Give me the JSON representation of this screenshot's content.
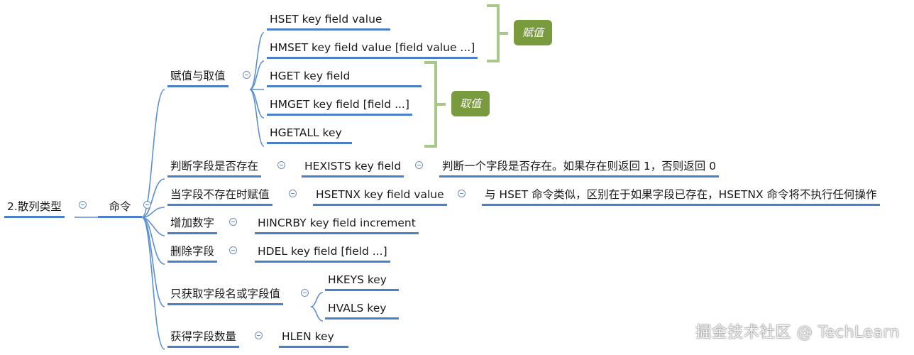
{
  "root": "2.散列类型",
  "command_node": "命令",
  "assign_get": {
    "label": "赋值与取值",
    "commands": [
      "HSET key field value",
      "HMSET key field value [field value ...]",
      "HGET key field",
      "HMGET key field [field ...]",
      "HGETALL key"
    ],
    "assign_tag": "赋值",
    "get_tag": "取值"
  },
  "exists": {
    "label": "判断字段是否存在",
    "command": "HEXISTS key field",
    "note": "判断一个字段是否存在。如果存在则返回 1，否则返回 0"
  },
  "setnx": {
    "label": "当字段不存在时赋值",
    "command": "HSETNX key field value",
    "note": "与 HSET 命令类似，区别在于如果字段已存在，HSETNX 命令将不执行任何操作"
  },
  "incr": {
    "label": "增加数字",
    "command": "HINCRBY key field increment"
  },
  "del": {
    "label": "删除字段",
    "command": "HDEL key field [field ...]"
  },
  "keys_vals": {
    "label": "只获取字段名或字段值",
    "commands": [
      "HKEYS key",
      "HVALS key"
    ]
  },
  "len": {
    "label": "获得字段数量",
    "command": "HLEN key"
  },
  "watermark": "掘金技术社区 @ TechLearn"
}
